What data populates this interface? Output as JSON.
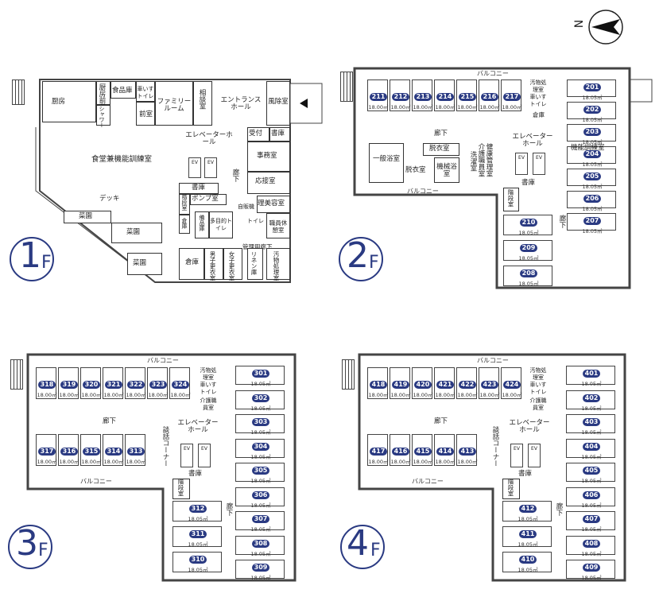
{
  "compass": {
    "label": "N"
  },
  "floors": [
    {
      "id": "1F",
      "label_num": "1",
      "label_suffix": "F"
    },
    {
      "id": "2F",
      "label_num": "2",
      "label_suffix": "F"
    },
    {
      "id": "3F",
      "label_num": "3",
      "label_suffix": "F"
    },
    {
      "id": "4F",
      "label_num": "4",
      "label_suffix": "F"
    }
  ],
  "f1": {
    "rooms": [
      "厨房",
      "厨房前室",
      "食品庫",
      "車いすトイレ",
      "前室",
      "シャワー",
      "ファミリールーム",
      "相談室",
      "エントランスホール",
      "風除室",
      "食堂兼機能訓練室",
      "エレベーターホール",
      "受付",
      "書庫",
      "事務室",
      "応接室",
      "書庫",
      "ポンプ室",
      "廊下",
      "デッキ",
      "菜園",
      "菜園",
      "菜園",
      "階段室",
      "倉庫",
      "備品庫",
      "多目的トイレ",
      "自販機",
      "理美容室",
      "職員休憩室",
      "倉庫",
      "男子更衣室",
      "女子更衣室",
      "リネン庫",
      "汚物処理室",
      "管理用廊下",
      "トイレ"
    ]
  },
  "f2": {
    "balcony_top": "バルコニー",
    "balcony_bottom": "バルコニー",
    "corridor": "廊下",
    "elevator_hall": "エレベーターホール",
    "training": "機能訓練室",
    "rooms": [
      "一般浴室",
      "脱衣室",
      "脱衣室",
      "機械浴室",
      "洗濯室",
      "健康管理室",
      "介護職員室",
      "書庫",
      "階段室",
      "倉庫",
      "汚物処理室",
      "車いすトイレ",
      "廊下"
    ],
    "units_top": [
      {
        "no": "211",
        "size": "18.00㎡"
      },
      {
        "no": "212",
        "size": "18.00㎡"
      },
      {
        "no": "213",
        "size": "18.00㎡"
      },
      {
        "no": "214",
        "size": "18.00㎡"
      },
      {
        "no": "215",
        "size": "18.00㎡"
      },
      {
        "no": "216",
        "size": "18.00㎡"
      },
      {
        "no": "217",
        "size": "18.00㎡"
      }
    ],
    "units_right": [
      {
        "no": "201",
        "size": "18.05㎡"
      },
      {
        "no": "202",
        "size": "18.05㎡"
      },
      {
        "no": "203",
        "size": "18.05㎡"
      },
      {
        "no": "204",
        "size": "18.05㎡"
      },
      {
        "no": "205",
        "size": "18.05㎡"
      },
      {
        "no": "206",
        "size": "18.05㎡"
      },
      {
        "no": "207",
        "size": "18.05㎡"
      }
    ],
    "units_left": [
      {
        "no": "210",
        "size": "18.05㎡"
      },
      {
        "no": "209",
        "size": "18.05㎡"
      },
      {
        "no": "208",
        "size": "18.05㎡"
      }
    ]
  },
  "f3": {
    "balcony_top": "バルコニー",
    "balcony_bottom": "バルコニー",
    "corridor": "廊下",
    "corridor2": "廊下",
    "elevator_hall": "エレベーターホール",
    "talk_corner": "談話コーナー",
    "library": "書庫",
    "stairs": "階段室",
    "rooms": [
      "汚物処理室",
      "車いすトイレ",
      "介護職員室"
    ],
    "units_top": [
      {
        "no": "318",
        "size": "18.00㎡"
      },
      {
        "no": "319",
        "size": "18.00㎡"
      },
      {
        "no": "320",
        "size": "18.00㎡"
      },
      {
        "no": "321",
        "size": "18.00㎡"
      },
      {
        "no": "322",
        "size": "18.00㎡"
      },
      {
        "no": "323",
        "size": "18.00㎡"
      },
      {
        "no": "324",
        "size": "18.00㎡"
      }
    ],
    "units_mid": [
      {
        "no": "317",
        "size": "18.00㎡"
      },
      {
        "no": "316",
        "size": "18.00㎡"
      },
      {
        "no": "315",
        "size": "18.00㎡"
      },
      {
        "no": "314",
        "size": "18.00㎡"
      },
      {
        "no": "313",
        "size": "18.00㎡"
      }
    ],
    "units_right": [
      {
        "no": "301",
        "size": "18.05㎡"
      },
      {
        "no": "302",
        "size": "18.05㎡"
      },
      {
        "no": "303",
        "size": "18.05㎡"
      },
      {
        "no": "304",
        "size": "18.05㎡"
      },
      {
        "no": "305",
        "size": "18.05㎡"
      },
      {
        "no": "306",
        "size": "18.05㎡"
      },
      {
        "no": "307",
        "size": "18.05㎡"
      },
      {
        "no": "308",
        "size": "18.05㎡"
      },
      {
        "no": "309",
        "size": "18.05㎡"
      }
    ],
    "units_left": [
      {
        "no": "312",
        "size": "18.05㎡"
      },
      {
        "no": "311",
        "size": "18.05㎡"
      },
      {
        "no": "310",
        "size": "18.05㎡"
      }
    ]
  },
  "f4": {
    "balcony_top": "バルコニー",
    "balcony_bottom": "バルコニー",
    "corridor": "廊下",
    "corridor2": "廊下",
    "elevator_hall": "エレベーターホール",
    "talk_corner": "談話コーナー",
    "library": "書庫",
    "stairs": "階段室",
    "rooms": [
      "汚物処理室",
      "車いすトイレ",
      "介護職員室"
    ],
    "units_top": [
      {
        "no": "418",
        "size": "18.00㎡"
      },
      {
        "no": "419",
        "size": "18.00㎡"
      },
      {
        "no": "420",
        "size": "18.00㎡"
      },
      {
        "no": "421",
        "size": "18.00㎡"
      },
      {
        "no": "422",
        "size": "18.00㎡"
      },
      {
        "no": "423",
        "size": "18.00㎡"
      },
      {
        "no": "424",
        "size": "18.00㎡"
      }
    ],
    "units_mid": [
      {
        "no": "417",
        "size": "18.00㎡"
      },
      {
        "no": "416",
        "size": "18.00㎡"
      },
      {
        "no": "415",
        "size": "18.00㎡"
      },
      {
        "no": "414",
        "size": "18.00㎡"
      },
      {
        "no": "413",
        "size": "18.00㎡"
      }
    ],
    "units_right": [
      {
        "no": "401",
        "size": "18.05㎡"
      },
      {
        "no": "402",
        "size": "18.05㎡"
      },
      {
        "no": "403",
        "size": "18.05㎡"
      },
      {
        "no": "404",
        "size": "18.05㎡"
      },
      {
        "no": "405",
        "size": "18.05㎡"
      },
      {
        "no": "406",
        "size": "18.05㎡"
      },
      {
        "no": "407",
        "size": "18.05㎡"
      },
      {
        "no": "408",
        "size": "18.05㎡"
      },
      {
        "no": "409",
        "size": "18.05㎡"
      }
    ],
    "units_left": [
      {
        "no": "412",
        "size": "18.05㎡"
      },
      {
        "no": "411",
        "size": "18.05㎡"
      },
      {
        "no": "410",
        "size": "18.05㎡"
      }
    ]
  },
  "elevator_label": "EV"
}
